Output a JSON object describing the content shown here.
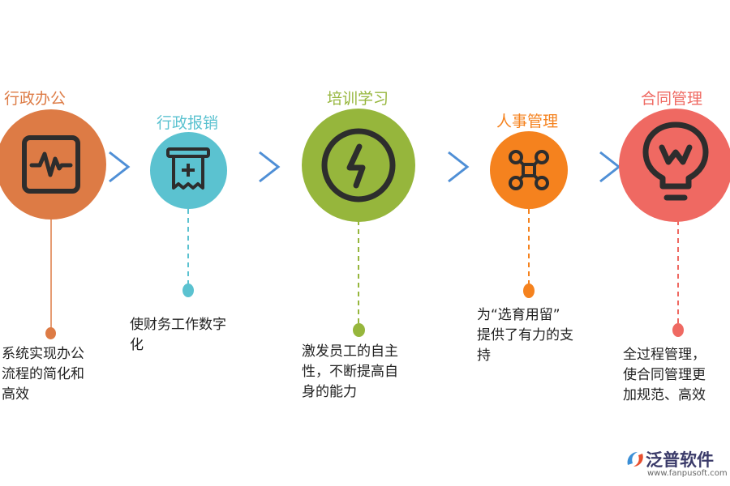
{
  "steps": [
    {
      "title": "行政办公",
      "description_lines": [
        "系统实现办公",
        "流程的简化和",
        "高效"
      ],
      "color": "#dd7b45",
      "icon": "pulse-monitor-icon"
    },
    {
      "title": "行政报销",
      "description_lines": [
        "使财务工作数字",
        "化"
      ],
      "color": "#5bc2d0",
      "icon": "receipt-icon"
    },
    {
      "title": "培训学习",
      "description_lines": [
        "激发员工的自主",
        "性，不断提高自",
        "身的能力"
      ],
      "color": "#96b63c",
      "icon": "lightning-icon"
    },
    {
      "title": "人事管理",
      "description_lines": [
        "为“选育用留”",
        "提供了有力的支",
        "持"
      ],
      "color": "#f5821e",
      "icon": "network-nodes-icon"
    },
    {
      "title": "合同管理",
      "description_lines": [
        "全过程管理，",
        "使合同管理更",
        "加规范、高效"
      ],
      "color": "#ef6962",
      "icon": "lightbulb-icon"
    }
  ],
  "arrow_color": "#4f8fd6",
  "logo": {
    "name": "泛普软件",
    "url": "www.fanpusoft.com",
    "icon": "fanpu-logo-icon"
  }
}
